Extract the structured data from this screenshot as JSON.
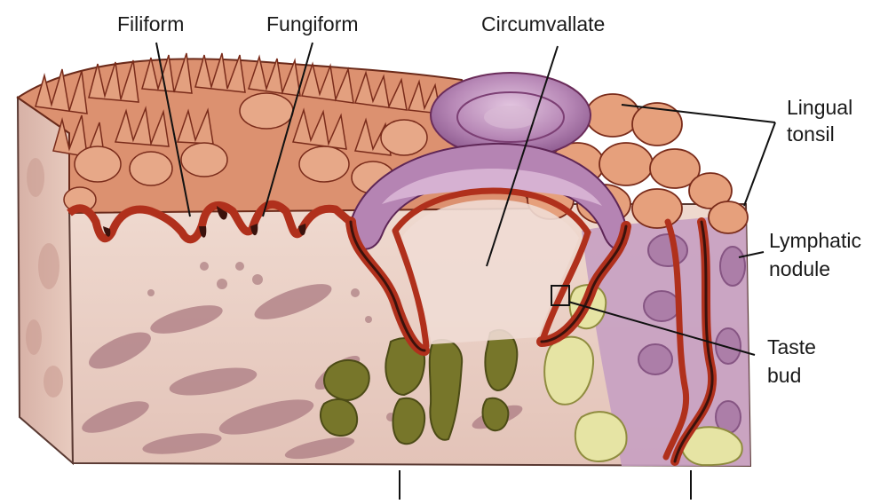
{
  "labels": {
    "filiform": "Filiform",
    "fungiform": "Fungiform",
    "circumvallate": "Circumvallate",
    "lingual_tonsil_line1": "Lingual",
    "lingual_tonsil_line2": "tonsil",
    "lymphatic_nodule_line1": "Lymphatic",
    "lymphatic_nodule_line2": "nodule",
    "taste_bud_line1": "Taste",
    "taste_bud_line2": "bud"
  },
  "colors": {
    "background": "#ffffff",
    "tissue": "#ecd2c8",
    "tissue_dark": "#d9b3a8",
    "papillae_orange": "#d98a66",
    "papillae_red": "#b5321e",
    "circumvallate_purple": "#b07cb0",
    "circumvallate_light": "#d5b0d0",
    "lymph_purple": "#c8a4c4",
    "muscle": "#b98a8c",
    "gland_green": "#7a7a2a",
    "gland_yellow": "#e8e6a8",
    "leader_line": "#111111"
  }
}
